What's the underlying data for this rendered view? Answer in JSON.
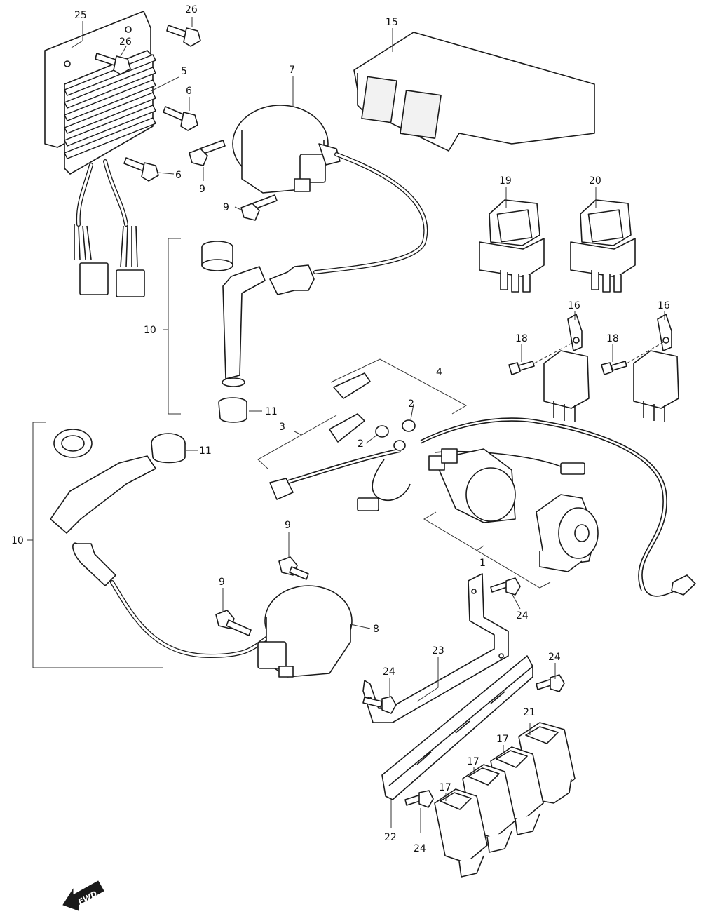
{
  "callouts": {
    "c1": "1",
    "c2a": "2",
    "c2b": "2",
    "c3": "3",
    "c4": "4",
    "c5": "5",
    "c6a": "6",
    "c6b": "6",
    "c7": "7",
    "c8": "8",
    "c9a": "9",
    "c9b": "9",
    "c9c": "9",
    "c9d": "9",
    "c10a": "10",
    "c10b": "10",
    "c11a": "11",
    "c11b": "11",
    "c15": "15",
    "c16a": "16",
    "c16b": "16",
    "c17a": "17",
    "c17b": "17",
    "c17c": "17",
    "c18a": "18",
    "c18b": "18",
    "c19": "19",
    "c20": "20",
    "c21": "21",
    "c22": "22",
    "c23": "23",
    "c24a": "24",
    "c24b": "24",
    "c24c": "24",
    "c24d": "24",
    "c25": "25",
    "c26a": "26",
    "c26b": "26"
  },
  "direction_arrow": {
    "label": "FWD"
  },
  "colors": {
    "line": "#1a1a1a",
    "background": "#ffffff"
  }
}
